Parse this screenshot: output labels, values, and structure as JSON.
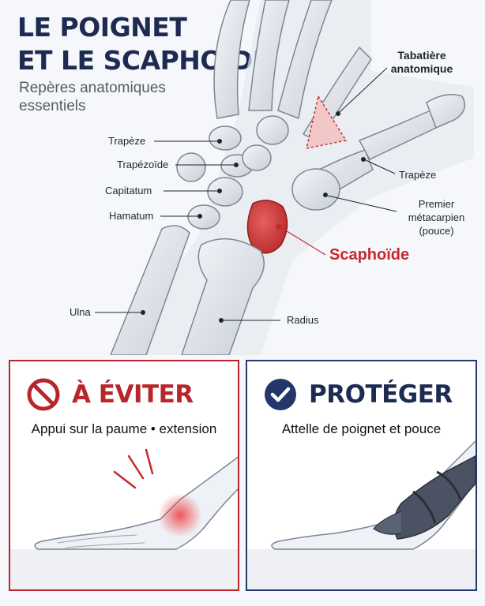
{
  "header": {
    "title_line1": "LE POIGNET",
    "title_line2": "ET LE SCAPHOÏDE",
    "subtitle": "Repères anatomiques essentiels"
  },
  "labels": {
    "tabatiere": "Tabatière anatomique",
    "trapeze_left": "Trapèze",
    "trapezoide": "Trapézoïde",
    "capitatum": "Capitatum",
    "hamatum": "Hamatum",
    "ulna": "Ulna",
    "radius": "Radius",
    "trapeze_right": "Trapèze",
    "premier_metacarpien": "Premier métacarpien (pouce)",
    "scaphoide": "Scaphoïde"
  },
  "panels": {
    "avoid": {
      "title": "À ÉVITER",
      "subtitle": "Appui sur la paume • extension",
      "icon": "prohibited-icon",
      "color": "#b8262b"
    },
    "protect": {
      "title": "PROTÉGER",
      "subtitle": "Attelle de poignet et pouce",
      "icon": "check-circle-icon",
      "color": "#23376b"
    }
  },
  "colors": {
    "bone": "#dfe3ea",
    "bone_outline": "#7d8694",
    "scaphoid": "#d13a3a",
    "title": "#1d2b52"
  }
}
